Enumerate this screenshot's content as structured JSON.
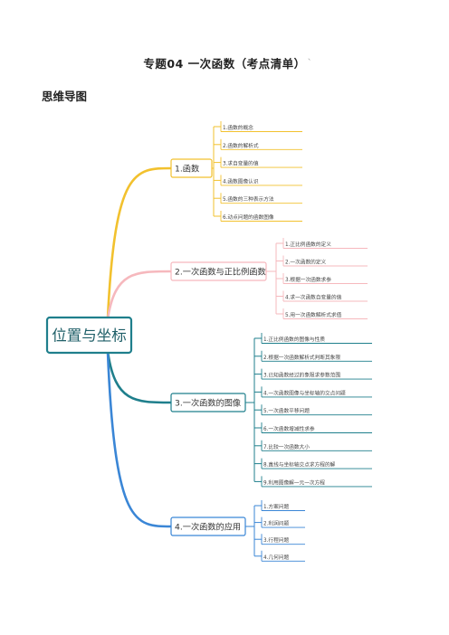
{
  "doc": {
    "title": "专题04  一次函数（考点清单）",
    "section": "思维导图",
    "stray_mark": "、"
  },
  "mindmap": {
    "root": "位置与坐标",
    "branches": [
      {
        "label": "1.函数",
        "color": "#f2c12e",
        "items": [
          "1.函数的概念",
          "2.函数的解析式",
          "3.求自变量的值",
          "4.函数图像认识",
          "5.函数的三种表示方法",
          "6.动点问题的函数图像"
        ]
      },
      {
        "label": "2.一次函数与正比例函数",
        "color": "#f6b8bd",
        "items": [
          "1.正比例函数的定义",
          "2.一次函数的定义",
          "3.根据一次函数求参",
          "4.求一次函数自变量的值",
          "5.用一次函数解析式求值"
        ]
      },
      {
        "label": "3.一次函数的图像",
        "color": "#1f7f8c",
        "items": [
          "1.正比例函数的图像与性质",
          "2.根据一次函数解析式判断其象限",
          "3.已知函数经过的象限求参数范围",
          "4.一次函数图像与坐标轴的交点问题",
          "5.一次函数平移问题",
          "6.一次函数增减性求参",
          "7.比较一次函数大小",
          "8.直线与坐标轴交点求方程的解",
          "9.利用图像解一元一次方程"
        ]
      },
      {
        "label": "4.一次函数的应用",
        "color": "#3a86d6",
        "items": [
          "1.方案问题",
          "2.利润问题",
          "3.行程问题",
          "4.几何问题"
        ]
      }
    ]
  }
}
